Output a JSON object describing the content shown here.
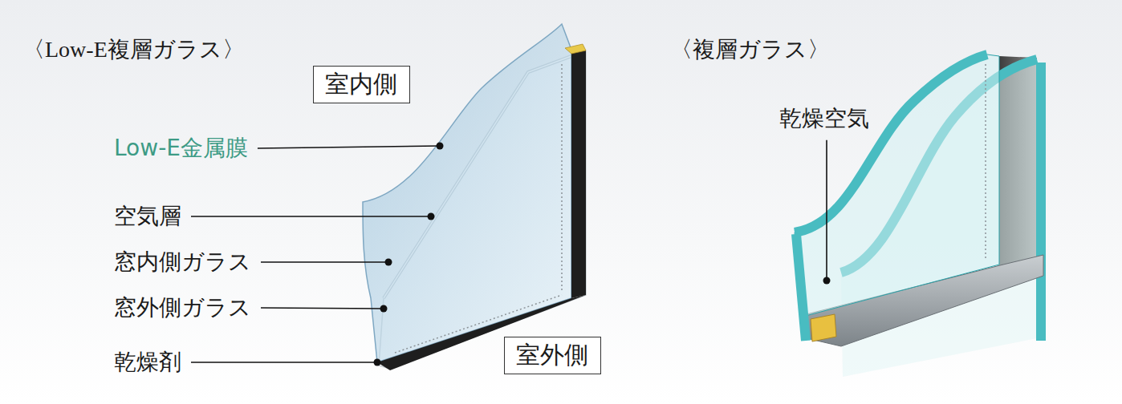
{
  "diagram": {
    "nodes": [
      {
        "text": [
          "室内側"
        ]
      },
      {
        "text": [
          "室外側"
        ]
      }
    ],
    "labels": [
      "〈Low-E複層ガラス〉",
      "〈複層ガラス〉",
      "Low-E金属膜",
      "空気層",
      "窓内側ガラス",
      "窓外側ガラス",
      "乾燥剤",
      "乾燥空気"
    ]
  }
}
